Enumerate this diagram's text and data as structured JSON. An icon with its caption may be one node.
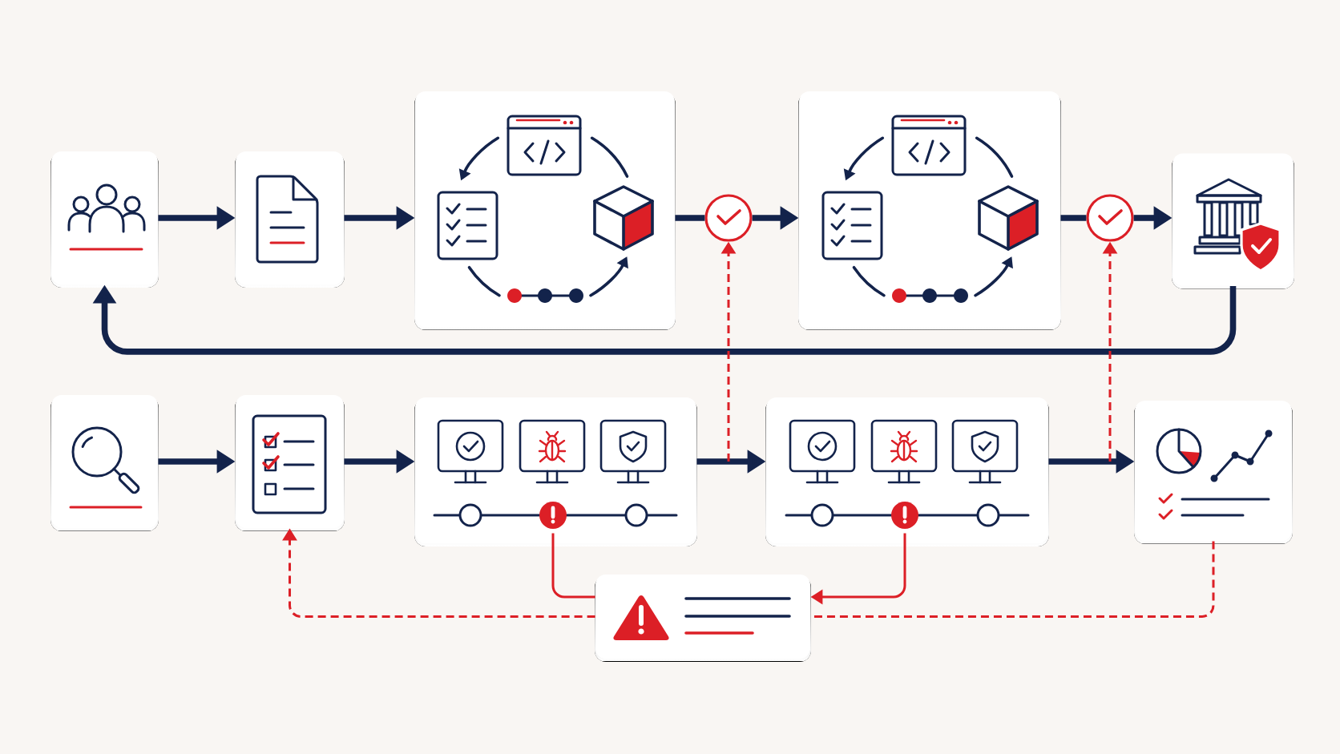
{
  "diagram": {
    "nodes": [
      {
        "text": [],
        "shape": "box"
      },
      {
        "text": [],
        "shape": "box"
      },
      {
        "text": [],
        "shape": "box"
      },
      {
        "text": [],
        "shape": "circle"
      },
      {
        "text": [],
        "shape": "box"
      },
      {
        "text": [],
        "shape": "circle"
      },
      {
        "text": [],
        "shape": "box"
      },
      {
        "text": [],
        "shape": "box"
      },
      {
        "text": [],
        "shape": "box"
      },
      {
        "text": [],
        "shape": "box"
      },
      {
        "text": [],
        "shape": "circle",
        "in": 9
      },
      {
        "text": [],
        "shape": "box"
      },
      {
        "text": [],
        "shape": "circle",
        "in": 11
      },
      {
        "text": [],
        "shape": "box"
      },
      {
        "text": [],
        "shape": "box"
      }
    ],
    "edges": [
      {
        "from": 0,
        "to": 1,
        "arrow": "to"
      },
      {
        "from": 1,
        "to": 2,
        "arrow": "to"
      },
      {
        "from": 2,
        "to": 3,
        "arrow": "none"
      },
      {
        "from": 3,
        "to": 4,
        "arrow": "to"
      },
      {
        "from": 4,
        "to": 5,
        "arrow": "none"
      },
      {
        "from": 5,
        "to": 6,
        "arrow": "to"
      },
      {
        "from": 6,
        "to": 0,
        "arrow": "to"
      },
      {
        "from": 7,
        "to": 8,
        "arrow": "to"
      },
      {
        "from": 8,
        "to": 9,
        "arrow": "to"
      },
      {
        "from": 9,
        "to": 11,
        "arrow": "to"
      },
      {
        "from": 11,
        "to": 13,
        "arrow": "to"
      },
      {
        "from": null,
        "to": 3,
        "arrow": "to",
        "style": "dashed",
        "color": "#dc1f26"
      },
      {
        "from": null,
        "to": 5,
        "arrow": "to",
        "style": "dashed",
        "color": "#dc1f26"
      },
      {
        "from": 10,
        "to": 14,
        "arrow": "none",
        "color": "#dc1f26"
      },
      {
        "from": 12,
        "to": 14,
        "arrow": "to",
        "color": "#dc1f26"
      },
      {
        "from": 13,
        "to": 14,
        "arrow": "none",
        "style": "dashed",
        "color": "#dc1f26"
      },
      {
        "from": 14,
        "to": 8,
        "arrow": "to",
        "style": "dashed",
        "color": "#dc1f26"
      }
    ]
  }
}
